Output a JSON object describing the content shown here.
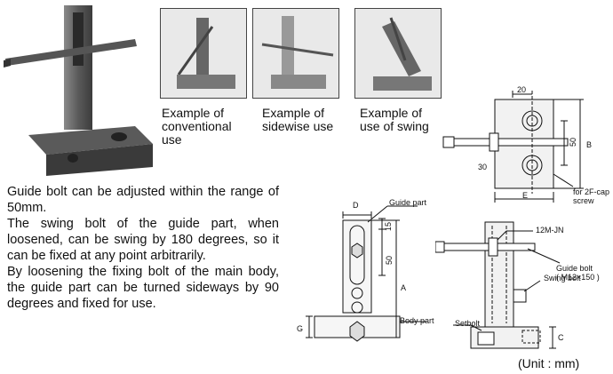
{
  "photos": {
    "caption_conventional": "Example of\nconventional\nuse",
    "caption_sidewise": "Example of\nsidewise use",
    "caption_swing": "Example of\nuse of swing"
  },
  "description": [
    "Guide bolt can be adjusted within the range of 50mm.",
    "The swing bolt of the guide part, when loosened, can be swing by 180 degrees, so it can be fixed at any point arbitrarily.",
    "By loosening the fixing bolt of the main body, the guide part can be turned sideways by 90 degrees and fixed for use."
  ],
  "drawing_top": {
    "dim_20": "20",
    "dim_50": "50",
    "dim_B": "B",
    "dim_30": "30",
    "dim_E": "E",
    "note_cap_screw": "for 2F-cap\nscrew"
  },
  "drawing_front": {
    "dim_D": "D",
    "label_guide_part": "Guide part",
    "dim_15": "15",
    "dim_50": "50",
    "dim_A": "A",
    "dim_G": "G",
    "label_body_part": "Body part"
  },
  "drawing_side": {
    "label_12m_jn": "12M-JN",
    "label_guide_bolt": "Guide bolt\n( M12×150 )",
    "label_swing_bolt": "Swing bolt",
    "label_setbolt": "Setbolt",
    "dim_C": "C"
  },
  "unit_note": "(Unit : mm)"
}
